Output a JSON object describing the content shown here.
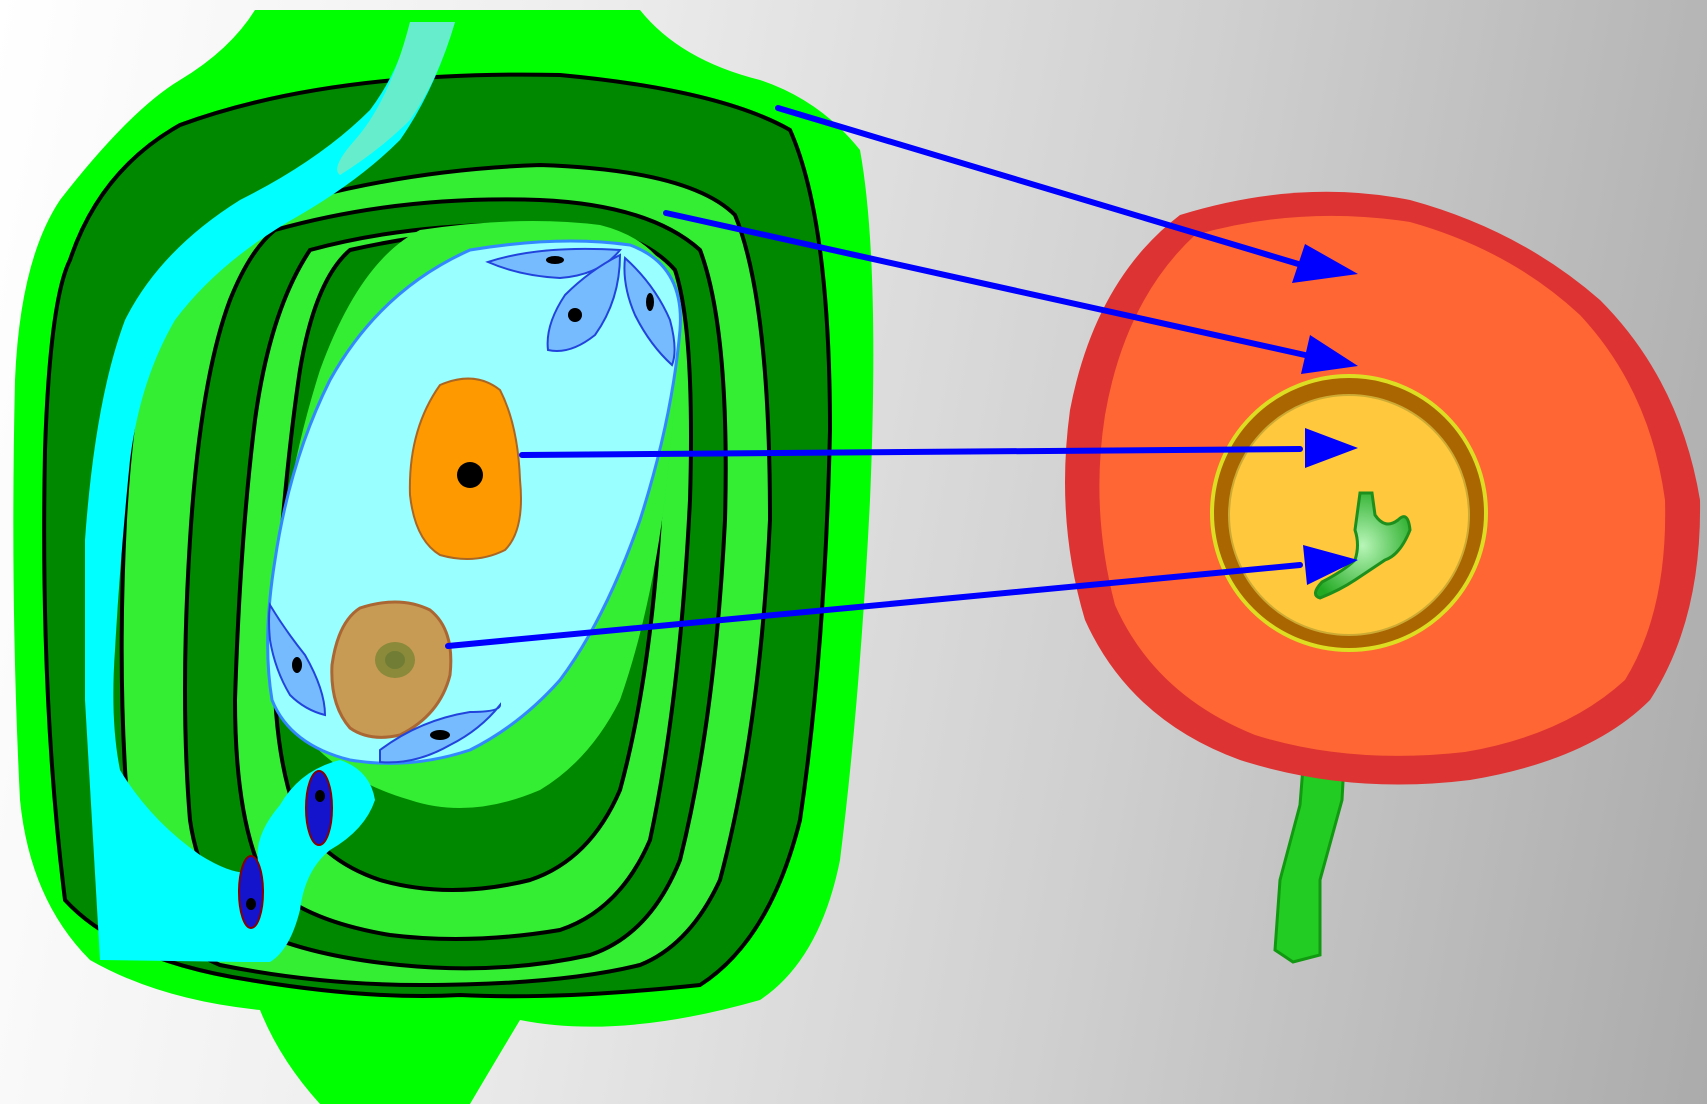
{
  "diagram": {
    "left_figure": "ovule-section",
    "right_figure": "seed-and-fruit",
    "colors": {
      "background": "#d0d0d0",
      "arrow": "#0000ff",
      "ovary_wall_outer": "#00ff00",
      "ovary_wall_inner": "#008800",
      "integument_light": "#33dd33",
      "embryo_sac": "#99ffff",
      "pollen_tube": "#00ffff",
      "central_cell": "#ff9900",
      "egg_cell": "#c89b55",
      "synergids_antipodals": "#77bbff",
      "sperm_cells": "#1414cc",
      "fruit_wall_outer": "#dd3333",
      "fruit_flesh": "#ff6633",
      "seed_coat": "#aa6600",
      "endosperm": "#ffc83d",
      "embryo": "#33cc33",
      "stalk": "#22cc22"
    },
    "arrows": [
      {
        "from": "ovary-wall",
        "to": "fruit-flesh"
      },
      {
        "from": "integuments",
        "to": "seed-coat"
      },
      {
        "from": "central-cell",
        "to": "endosperm"
      },
      {
        "from": "egg-cell",
        "to": "embryo"
      }
    ]
  }
}
